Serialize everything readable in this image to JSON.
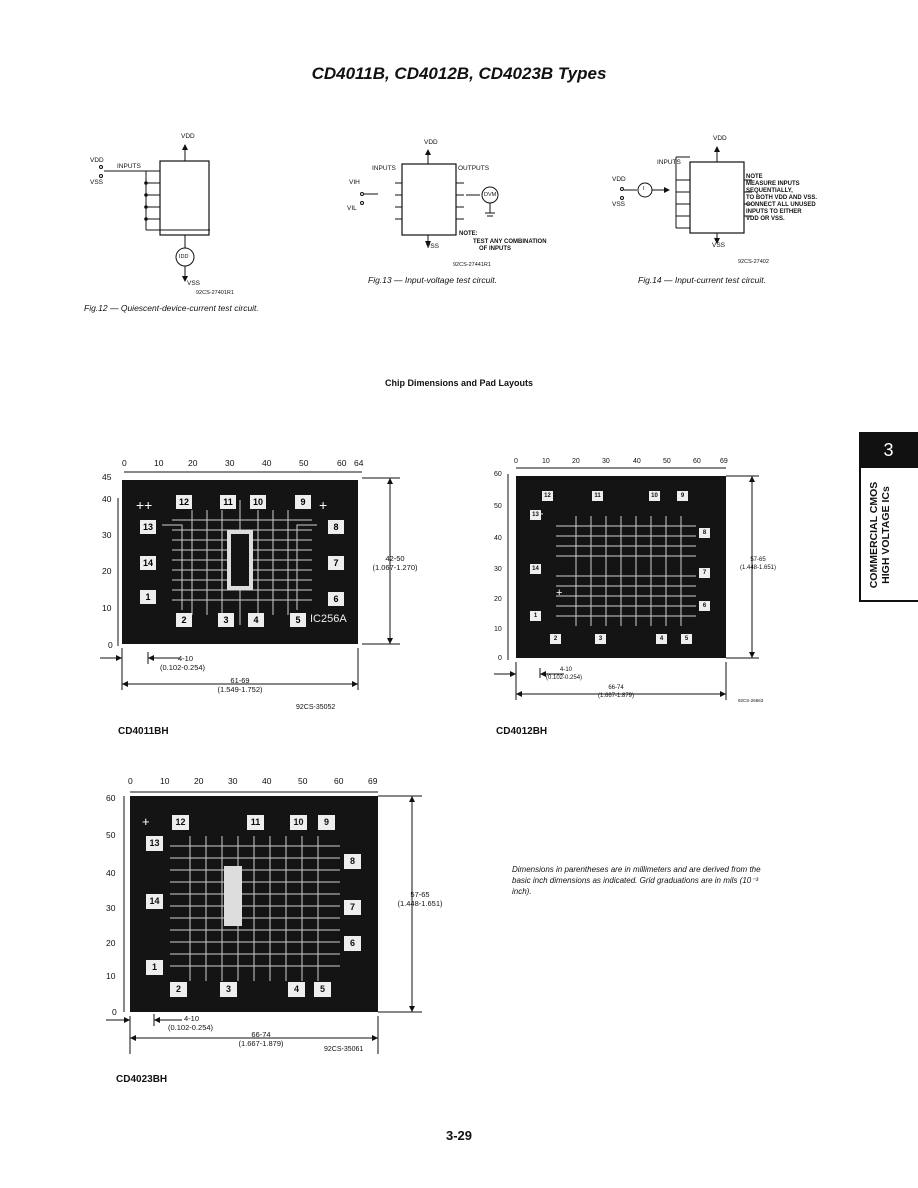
{
  "header": {
    "title": "CD4011B, CD4012B, CD4023B Types"
  },
  "fig12": {
    "caption": "Fig.12 — Quiescent-device-current test circuit.",
    "vdd_top": "VDD",
    "vdd_left": "VDD",
    "vss_left": "VSS",
    "inputs": "INPUTS",
    "meter": "IDD",
    "vss_bottom": "VSS",
    "code": "92CS-27401R1"
  },
  "fig13": {
    "caption": "Fig.13 — Input-voltage test circuit.",
    "vdd": "VDD",
    "inputs": "INPUTS",
    "outputs": "OUTPUTS",
    "vih": "VIH",
    "vil": "VIL",
    "dvm": "DVM",
    "vss": "VSS",
    "note_head": "NOTE:",
    "note_body": [
      "TEST ANY COMBINATION",
      "OF INPUTS"
    ],
    "code": "92CS-27441R1"
  },
  "fig14": {
    "caption": "Fig.14 — Input-current test circuit.",
    "vdd_top": "VDD",
    "vdd_left": "VDD",
    "vss_left": "VSS",
    "inputs": "INPUTS",
    "meter": "I",
    "vss_bottom": "VSS",
    "note_lines": [
      "NOTE",
      "MEASURE INPUTS",
      "SEQUENTIALLY,",
      "TO BOTH VDD AND VSS.",
      "CONNECT ALL UNUSED",
      "INPUTS TO EITHER",
      "VDD OR VSS."
    ],
    "code": "92CS-27402"
  },
  "section_title": "Chip Dimensions and Pad Layouts",
  "chips": [
    {
      "name": "CD4011BH",
      "x_ticks": [
        "0",
        "10",
        "20",
        "30",
        "40",
        "50",
        "60",
        "64"
      ],
      "y_ticks": [
        "45",
        "40",
        "30",
        "20",
        "10",
        "0"
      ],
      "height_dim": [
        "42-50",
        "(1.067-1.270)"
      ],
      "offset_dim": [
        "4-10",
        "(0.102-0.254)"
      ],
      "width_dim": [
        "61-69",
        "(1.549-1.752)"
      ],
      "code": "92CS-35052",
      "pads": [
        "12",
        "11",
        "10",
        "9",
        "13",
        "8",
        "14",
        "7",
        "1",
        "6",
        "2",
        "3",
        "4",
        "5"
      ],
      "die_mark": "IC256A"
    },
    {
      "name": "CD4012BH",
      "x_ticks": [
        "0",
        "10",
        "20",
        "30",
        "40",
        "50",
        "60",
        "69"
      ],
      "y_ticks": [
        "60",
        "50",
        "40",
        "30",
        "20",
        "10",
        "0"
      ],
      "height_dim": [
        "57-65",
        "(1.448-1.651)"
      ],
      "offset_dim": [
        "4-10",
        "(0.102-0.254)"
      ],
      "width_dim": [
        "66-74",
        "(1.667-1.879)"
      ],
      "code": "92CS-26663",
      "pads": [
        "12",
        "11",
        "10",
        "9",
        "13",
        "8",
        "14",
        "7",
        "1",
        "6",
        "2",
        "3",
        "4",
        "5"
      ]
    },
    {
      "name": "CD4023BH",
      "x_ticks": [
        "0",
        "10",
        "20",
        "30",
        "40",
        "50",
        "60",
        "69"
      ],
      "y_ticks": [
        "60",
        "50",
        "40",
        "30",
        "20",
        "10",
        "0"
      ],
      "height_dim": [
        "57-65",
        "(1.448-1.651)"
      ],
      "offset_dim": [
        "4-10",
        "(0.102-0.254)"
      ],
      "width_dim": [
        "66-74",
        "(1.667-1.879)"
      ],
      "code": "92CS-35061",
      "pads": [
        "12",
        "11",
        "10",
        "9",
        "13",
        "8",
        "14",
        "7",
        "1",
        "6",
        "2",
        "3",
        "4",
        "5"
      ]
    }
  ],
  "dimension_note": "Dimensions in parentheses are in millimeters and are derived from the basic inch dimensions as indicated. Grid graduations are in mils (10⁻³ inch).",
  "side_tab": {
    "number": "3",
    "line1": "COMMERCIAL CMOS",
    "line2": "HIGH VOLTAGE ICs"
  },
  "page_number": "3-29"
}
